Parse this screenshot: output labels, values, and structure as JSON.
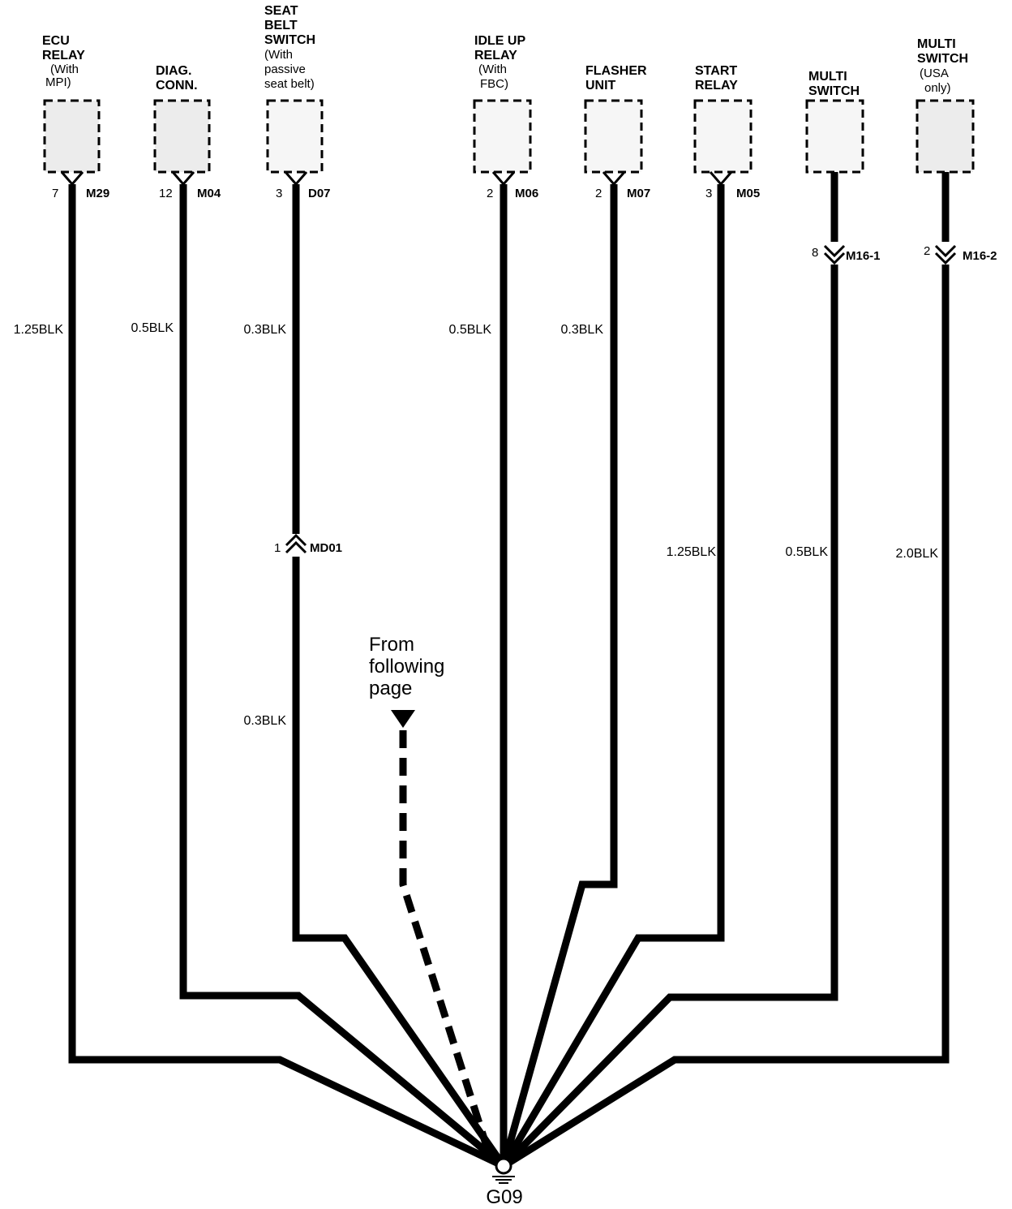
{
  "components": [
    {
      "title_lines": [
        "ECU",
        "RELAY"
      ],
      "sub_lines": [
        "(With",
        "MPI)"
      ],
      "pin": "7",
      "connector": "M29"
    },
    {
      "title_lines": [
        "DIAG.",
        "CONN."
      ],
      "sub_lines": [],
      "pin": "12",
      "connector": "M04"
    },
    {
      "title_lines": [
        "SEAT",
        "BELT",
        "SWITCH"
      ],
      "sub_lines": [
        "(With",
        "passive",
        "seat belt)"
      ],
      "pin": "3",
      "connector": "D07"
    },
    {
      "title_lines": [
        "IDLE UP",
        "RELAY"
      ],
      "sub_lines": [
        "(With",
        "FBC)"
      ],
      "pin": "2",
      "connector": "M06"
    },
    {
      "title_lines": [
        "FLASHER",
        "UNIT"
      ],
      "sub_lines": [],
      "pin": "2",
      "connector": "M07"
    },
    {
      "title_lines": [
        "START",
        "RELAY"
      ],
      "sub_lines": [],
      "pin": "3",
      "connector": "M05"
    },
    {
      "title_lines": [
        "MULTI",
        "SWITCH"
      ],
      "sub_lines": [],
      "pin": "",
      "connector": ""
    },
    {
      "title_lines": [
        "MULTI",
        "SWITCH"
      ],
      "sub_lines": [
        "(USA",
        "only)"
      ],
      "pin": "",
      "connector": ""
    }
  ],
  "inline_connectors": [
    {
      "pin": "1",
      "connector": "MD01"
    },
    {
      "pin": "8",
      "connector": "M16-1"
    },
    {
      "pin": "2",
      "connector": "M16-2"
    }
  ],
  "wire_labels": [
    "1.25BLK",
    "0.5BLK",
    "0.3BLK",
    "0.3BLK",
    "0.5BLK",
    "0.3BLK",
    "1.25BLK",
    "0.5BLK",
    "2.0BLK"
  ],
  "note_lines": [
    "From",
    "following",
    "page"
  ],
  "ground": "G09"
}
